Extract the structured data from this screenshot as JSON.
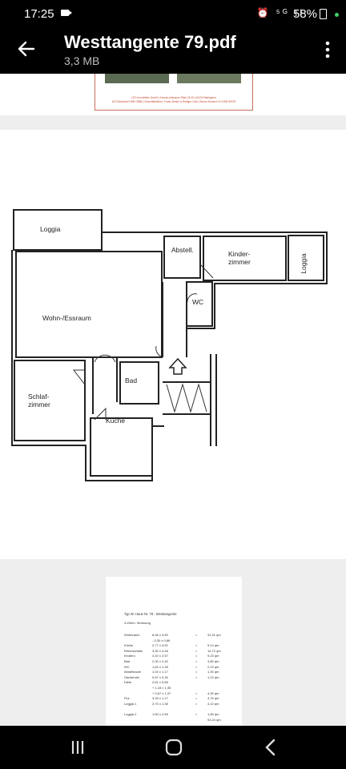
{
  "status": {
    "time": "17:25",
    "battery": "58%"
  },
  "app": {
    "title": "Westtangente 79.pdf",
    "size": "3,3 MB"
  },
  "pages": {
    "page1": {
      "footer": "LEG Immobilien GmbH | Konrad-Adenauer-Platz 24-25 | 40476 Radinghen\nAG Düsseldorf HRB 15586 | Geschäftsführer: Frank Giesler & Rüdiger Lück | Steuer-Nummer 5/ 4155/ 59078"
    },
    "plan": {
      "rooms": {
        "loggia1": "Loggia",
        "wohn": "Wohn-/Essraum",
        "abstell": "Abstell.",
        "kinder": "Kinder-\nzimmer",
        "loggia2": "Loggia",
        "wc": "WC",
        "bad": "Bad",
        "schlaf": "Schlaf-\nzimmer",
        "kueche": "Küche"
      }
    },
    "table": {
      "heading": "Typ W. Haus Nr. 79 - Westtangente",
      "subheading": "3-Zimm. Wohnung",
      "rows": [
        {
          "room": "Wohnraum",
          "calc": "8,46 x 3,50",
          "eq": "=",
          "area": "31,31 qm"
        },
        {
          "room": "",
          "calc": "- 0,30 x 0,86",
          "eq": "",
          "area": ""
        },
        {
          "room": "Küche",
          "calc": "2,77 x 3,51",
          "eq": "=",
          "area": "9,14 qm"
        },
        {
          "room": "Elternschlafz.",
          "calc": "3,30 x 4,46",
          "eq": "=",
          "area": "14,72 qm"
        },
        {
          "room": "Kinderz.",
          "calc": "4,10 x 2,57",
          "eq": "=",
          "area": "9,23 qm"
        },
        {
          "room": "Bad",
          "calc": "2,00 x 2,40",
          "eq": "=",
          "area": "4,80 qm"
        },
        {
          "room": "WC",
          "calc": "1,62 x 1,35",
          "eq": "=",
          "area": "2,19 qm"
        },
        {
          "room": "Abstellraum",
          "calc": "1,04 x 1,17",
          "eq": "=",
          "area": "1,30 qm"
        },
        {
          "room": "Garderobe",
          "calc": "0,67 x 0,30",
          "eq": "=",
          "area": "1,22 qm"
        },
        {
          "room": "Diele",
          "calc": "2,61 x 0,85",
          "eq": "",
          "area": ""
        },
        {
          "room": "",
          "calc": "+ 1,18 x 1,35",
          "eq": "",
          "area": ""
        },
        {
          "room": "",
          "calc": "+ 0,67 x 1,37",
          "eq": "=",
          "area": "4,30 qm"
        },
        {
          "room": "Flur",
          "calc": "3,33 x 1,17",
          "eq": "=",
          "area": "3,76 qm"
        },
        {
          "room": "Loggia 1",
          "calc": "3,70 x 1,35",
          "eq": "=",
          "area": "4,10 qm"
        },
        {
          "room": "",
          "calc": "",
          "eq": "",
          "area": ""
        },
        {
          "room": "Loggia 2",
          "calc": "1,50 x 2,55",
          "eq": "=",
          "area": "1,89 qm"
        },
        {
          "room": "",
          "calc": "",
          "eq": "",
          "area": "92,24 qm"
        }
      ]
    }
  }
}
